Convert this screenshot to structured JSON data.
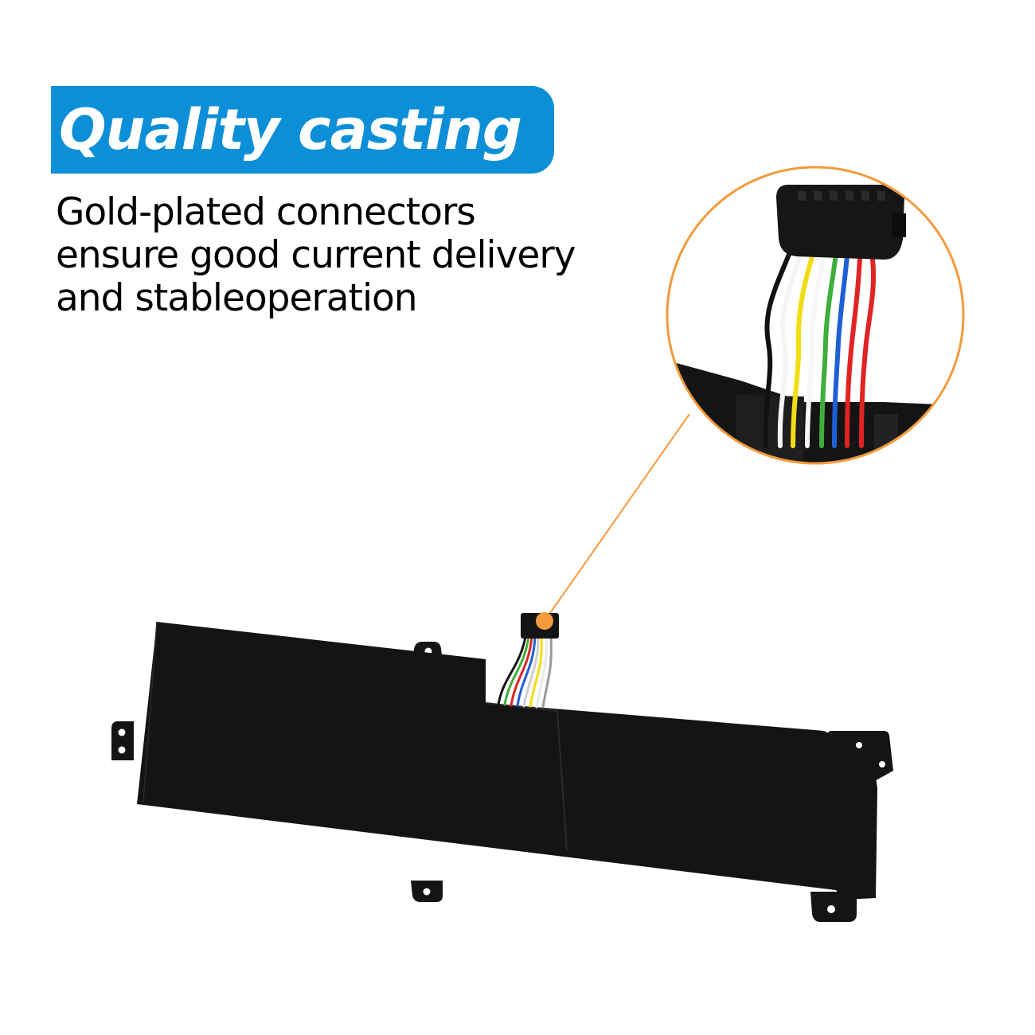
{
  "banner": {
    "title": "Quality casting",
    "color": "#0d8fd8"
  },
  "description": {
    "lines": [
      "Gold-plated connectors",
      "ensure good current delivery",
      "and stableoperation"
    ]
  },
  "callout": {
    "accent_color": "#f39a3c",
    "wire_colors": [
      "#111111",
      "#f4f4f4",
      "#f2dc12",
      "#f7f7f7",
      "#3fae3a",
      "#1f5fd6",
      "#e02424",
      "#e02424"
    ]
  },
  "product": {
    "body_color": "#141414",
    "icon": "battery-icon"
  }
}
